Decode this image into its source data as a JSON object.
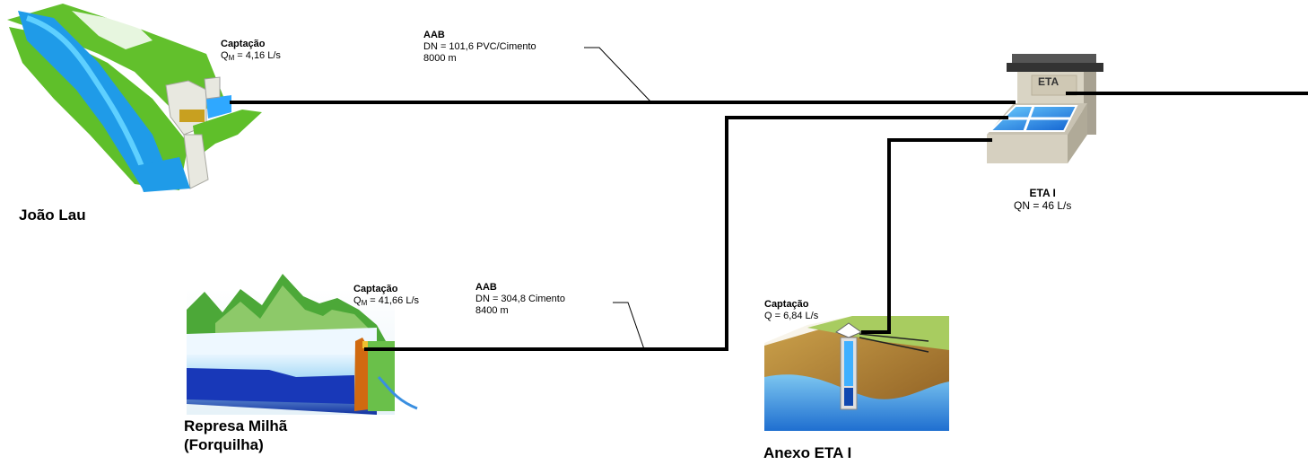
{
  "sources": {
    "joao_lau": {
      "name": "João Lau",
      "intake_title": "Captação",
      "flow_prefix": "Q",
      "flow_sub": "M",
      "flow_value": " = 4,16 L/s"
    },
    "represa": {
      "name_line1": "Represa Milhã",
      "name_line2": "(Forquilha)",
      "intake_title": "Captação",
      "flow_prefix": "Q",
      "flow_sub": "M",
      "flow_value": " = 41,66 L/s"
    },
    "anexo": {
      "name": "Anexo ETA I",
      "intake_title": "Captação",
      "flow_text": "Q = 6,84 L/s"
    }
  },
  "pipes": {
    "aab1": {
      "title": "AAB",
      "line1": "DN = 101,6 PVC/Cimento",
      "line2": "8000 m"
    },
    "aab2": {
      "title": "AAB",
      "line1": "DN = 304,8 Cimento",
      "line2": "8400 m"
    }
  },
  "plant": {
    "sign": "ETA",
    "name": "ETA I",
    "capacity": "QN = 46 L/s"
  },
  "colors": {
    "pipe": "#000000",
    "grass": "#5fbf2a",
    "water": "#1a8fe0",
    "plant_roof": "#444444",
    "plant_wall": "#d9d4c4"
  }
}
